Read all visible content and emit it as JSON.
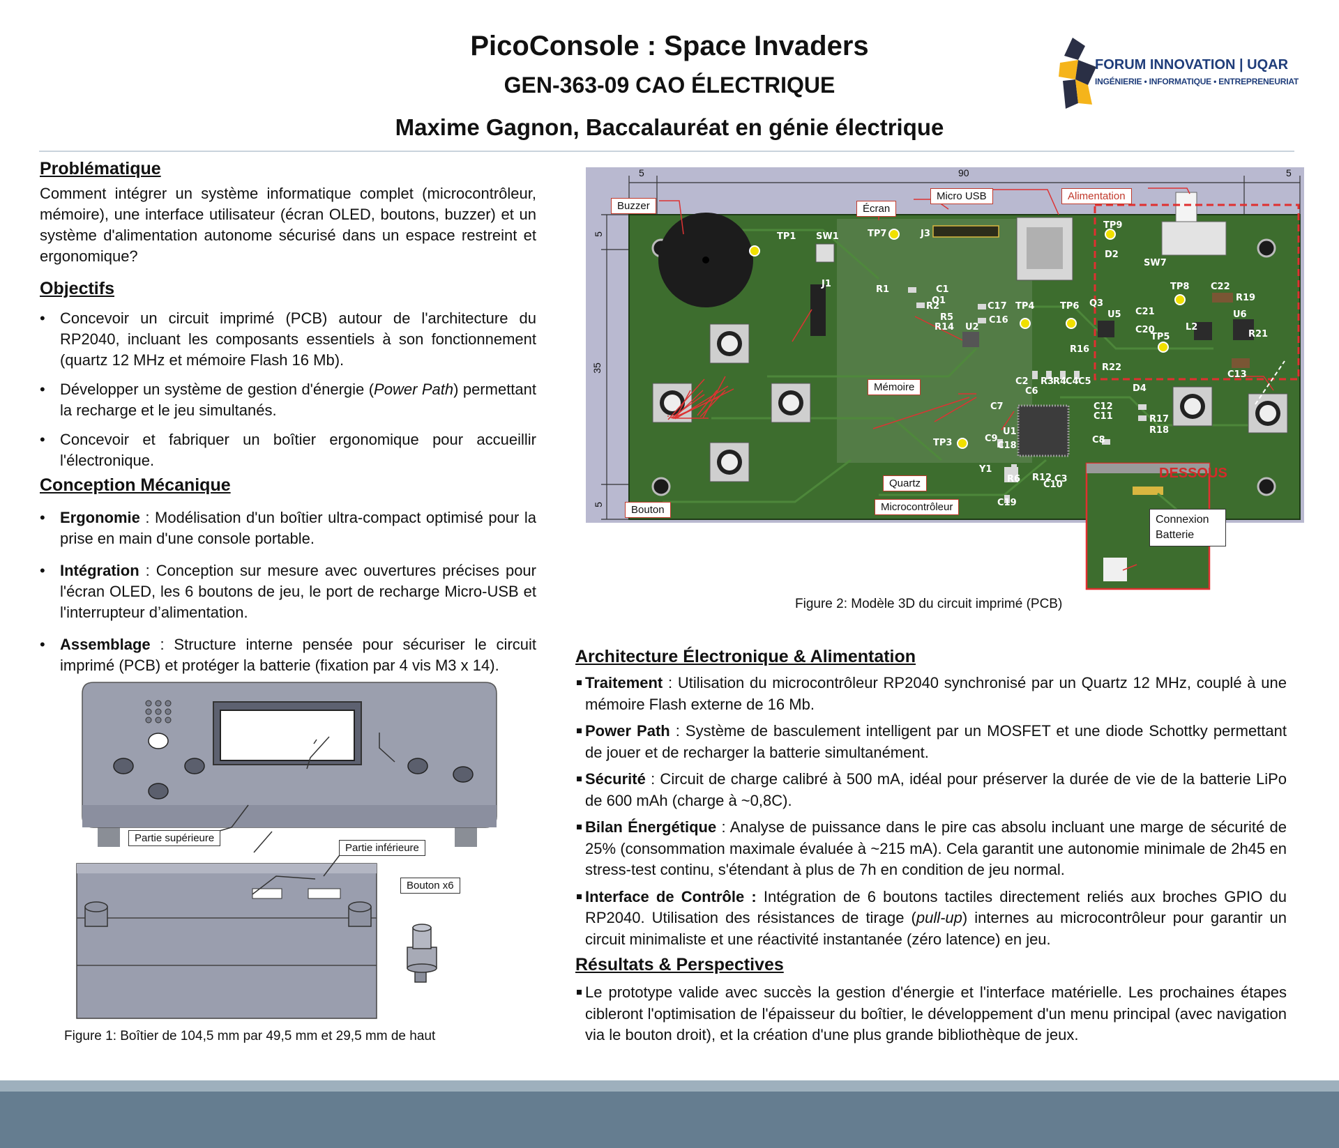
{
  "header": {
    "title": "PicoConsole : Space Invaders",
    "course": "GEN-363-09 CAO ÉLECTRIQUE",
    "author": "Maxime Gagnon, Baccalauréat en génie électrique",
    "logo_brand": "FORUM INNOVATION | UQAR",
    "logo_sub": "INGÉNIERIE • INFORMATIQUE • ENTREPRENEURIAT",
    "logo_colors": {
      "navy": "#1f3d7a",
      "gold": "#f5b41a",
      "dark": "#2a2f45"
    }
  },
  "problematique": {
    "heading": "Problématique",
    "text": "Comment intégrer un système informatique complet (microcontrôleur, mémoire), une interface utilisateur (écran OLED, boutons, buzzer) et un système d'alimentation autonome sécurisé dans un espace restreint et ergonomique?"
  },
  "objectifs": {
    "heading": "Objectifs",
    "items": [
      "Concevoir un circuit imprimé (PCB) autour de l'architecture du RP2040, incluant les composants essentiels à son fonctionnement (quartz 12 MHz et mémoire Flash 16 Mb).",
      {
        "pre": "Développer un système de gestion d'énergie (",
        "em": "Power Path",
        "post": ") permettant la recharge et le jeu simultanés."
      },
      "Concevoir et fabriquer un boîtier ergonomique pour accueillir l'électronique."
    ]
  },
  "conception": {
    "heading": "Conception Mécanique",
    "items": [
      {
        "term": "Ergonomie",
        "text": " : Modélisation d'un boîtier ultra-compact optimisé pour la prise en main d'une console portable."
      },
      {
        "term": "Intégration",
        "text": " : Conception sur mesure avec ouvertures précises pour l'écran OLED, les 6 boutons de jeu, le port de recharge Micro-USB et l'interrupteur d’alimentation."
      },
      {
        "term": "Assemblage",
        "text": " : Structure interne pensée pour sécuriser le circuit imprimé (PCB) et protéger la batterie (fixation par 4 vis M3 x 14)."
      }
    ]
  },
  "figure1": {
    "caption": "Figure 1: Boîtier de 104,5 mm par 49,5 mm et 29,5 mm de haut",
    "labels": {
      "top": "Partie supérieure",
      "bottom": "Partie inférieure",
      "button": "Bouton x6"
    }
  },
  "figure2": {
    "caption": "Figure 2: Modèle 3D du circuit imprimé (PCB)",
    "dims": {
      "left": "5",
      "width": "90",
      "right": "5",
      "top": "5",
      "height": "35",
      "bottom": "5"
    },
    "callouts": {
      "buzzer": "Buzzer",
      "ecran": "Écran",
      "microusb": "Micro USB",
      "alimentation": "Alimentation",
      "memoire": "Mémoire",
      "quartz": "Quartz",
      "mcu": "Microcontrôleur",
      "bouton": "Bouton",
      "batterie": "Connexion Batterie",
      "dessous": "DESSOUS"
    },
    "silkscreen": [
      "TP1",
      "SW1",
      "TP7",
      "J3",
      "J1",
      "R1",
      "C1",
      "Q1",
      "R2",
      "C17",
      "TP4",
      "TP6",
      "R5",
      "R14",
      "U2",
      "C16",
      "TP9",
      "D2",
      "SW7",
      "TP8",
      "C22",
      "R19",
      "Q3",
      "U5",
      "C21",
      "C20",
      "L2",
      "U6",
      "R21",
      "TP5",
      "R16",
      "R22",
      "D4",
      "C13",
      "C2",
      "C6",
      "R3",
      "R4",
      "C4",
      "C5",
      "C7",
      "C12",
      "C11",
      "R17",
      "R18",
      "C9",
      "U1",
      "C18",
      "C8",
      "TP3",
      "Y1",
      "R6",
      "C19",
      "R12",
      "C10",
      "C3"
    ]
  },
  "architecture": {
    "heading": "Architecture Électronique & Alimentation",
    "items": [
      {
        "term": "Traitement",
        "text": " : Utilisation du microcontrôleur RP2040 synchronisé par un Quartz 12 MHz, couplé à une mémoire Flash externe de 16 Mb."
      },
      {
        "term": "Power Path",
        "text": " : Système de basculement intelligent par un MOSFET et une diode Schottky permettant de jouer et de recharger la batterie simultanément."
      },
      {
        "term": "Sécurité",
        "text": " : Circuit de charge calibré à 500 mA, idéal pour préserver la durée de vie de la batterie LiPo de 600 mAh (charge à ~0,8C)."
      },
      {
        "term": "Bilan Énergétique",
        "text": " : Analyse de puissance dans le pire cas absolu incluant une marge de sécurité de 25% (consommation maximale évaluée à ~215 mA). Cela garantit une autonomie minimale de 2h45 en stress-test continu, s'étendant à plus de 7h en condition de jeu normal."
      },
      {
        "term": "Interface de Contrôle :",
        "pre": " Intégration de 6 boutons tactiles directement reliés aux broches GPIO du RP2040. Utilisation des résistances de tirage (",
        "em": "pull-up",
        "post": ") internes au microcontrôleur pour garantir un circuit minimaliste et une réactivité instantanée (zéro latence) en jeu."
      }
    ]
  },
  "resultats": {
    "heading": "Résultats & Perspectives",
    "items": [
      "Le prototype valide avec succès la gestion d'énergie et l'interface matérielle. Les prochaines étapes cibleront l'optimisation de l'épaisseur du boîtier, le développement d'un menu principal (avec navigation via le bouton droit), et la création d'une plus grande bibliothèque de jeux."
    ]
  }
}
